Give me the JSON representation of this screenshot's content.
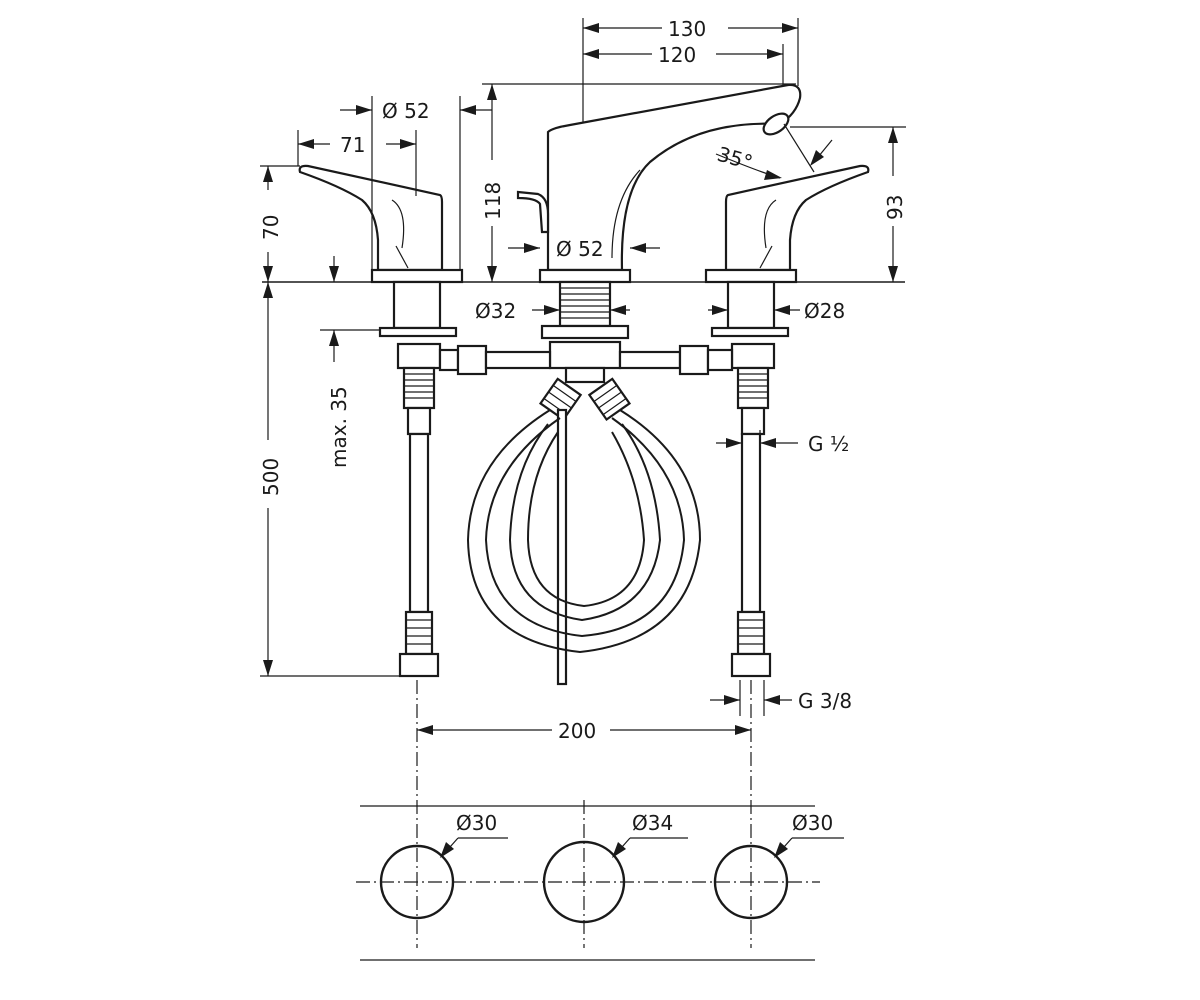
{
  "dimensions": {
    "top_width_outer": "130",
    "top_width_inner": "120",
    "handle_base_diameter": "Ø  52",
    "handle_length": "71",
    "handle_height": "70",
    "spout_height": "118",
    "spout_base_diameter": "Ø 52",
    "spout_angle": "35°",
    "outlet_height": "93",
    "shank_diameter_center": "Ø32",
    "shank_diameter_side": "Ø28",
    "max_deck_thickness": "max. 35",
    "hose_length": "500",
    "thread_inlet": "G ½",
    "thread_outlet": "G 3/8",
    "center_spacing": "200",
    "hole_left": "Ø30",
    "hole_center": "Ø34",
    "hole_right": "Ø30"
  },
  "colors": {
    "line": "#1a1a1a",
    "background": "#ffffff"
  }
}
